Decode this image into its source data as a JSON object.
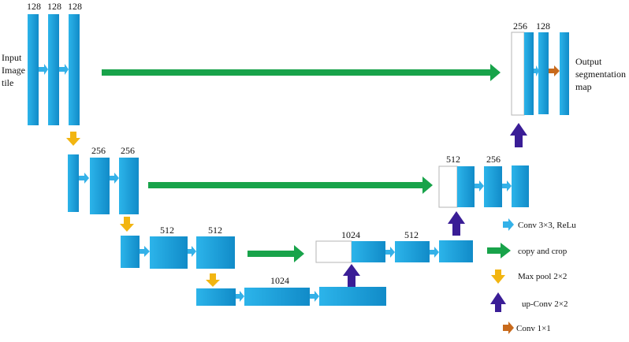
{
  "colors": {
    "block": "#1ea8e2",
    "block_dark": "#0f86c3",
    "conv_arrow": "#33b1e8",
    "copy_arrow": "#18a34a",
    "pool_arrow": "#f2b511",
    "upconv_arrow": "#3a1d96",
    "conv1x1_arrow": "#c86a1c"
  },
  "input_label": [
    "Input",
    "Image",
    "tile"
  ],
  "output_label": [
    "Output",
    "segmentation",
    "map"
  ],
  "levels": {
    "l1_left": [
      "128",
      "128",
      "128"
    ],
    "l2_left": [
      "256",
      "256"
    ],
    "l3_left": [
      "512",
      "512"
    ],
    "bottom": [
      "1024"
    ],
    "l3_right": [
      "1024",
      "512"
    ],
    "l2_right": [
      "512",
      "256"
    ],
    "l1_right": [
      "256",
      "128"
    ]
  },
  "legend": {
    "conv": "Conv 3×3, ReLu",
    "copy": "copy and crop",
    "pool": "Max pool 2×2",
    "upconv": "up-Conv 2×2",
    "conv1x1": "Conv 1×1"
  }
}
